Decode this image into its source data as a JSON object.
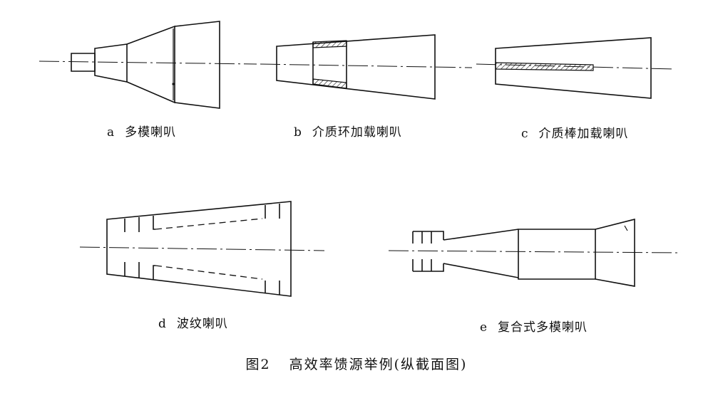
{
  "figure": {
    "number": "图2",
    "title": "高效率馈源举例(纵截面图)"
  },
  "panels": [
    {
      "letter": "a",
      "label": "多模喇叭"
    },
    {
      "letter": "b",
      "label": "介质环加载喇叭"
    },
    {
      "letter": "c",
      "label": "介质棒加载喇叭"
    },
    {
      "letter": "d",
      "label": "波纹喇叭"
    },
    {
      "letter": "e",
      "label": "复合式多模喇叭"
    }
  ]
}
